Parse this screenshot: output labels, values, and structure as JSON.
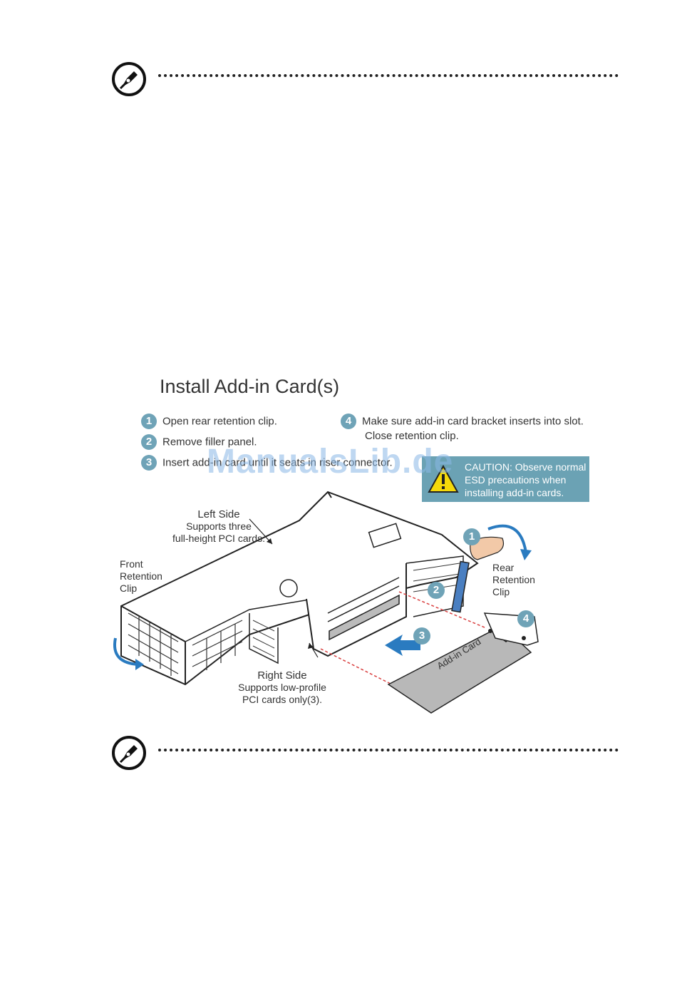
{
  "figure": {
    "title": "Install Add-in Card(s)",
    "steps": [
      {
        "number": "1",
        "text": "Open rear retention clip."
      },
      {
        "number": "2",
        "text": "Remove filler panel."
      },
      {
        "number": "3",
        "text": "Insert add-in card until it seats in riser connector."
      },
      {
        "number": "4",
        "text_line1": "Make sure add-in card bracket inserts into slot.",
        "text_line2": "Close retention clip."
      }
    ],
    "caution": {
      "line1": "CAUTION:  Observe normal",
      "line2": "ESD precautions when",
      "line3": "installing add-in cards."
    },
    "labels": {
      "left_side": {
        "line1": "Left Side",
        "line2": "Supports three",
        "line3": "full-height PCI cards."
      },
      "front_clip": {
        "line1": "Front",
        "line2": "Retention",
        "line3": "Clip"
      },
      "rear_clip": {
        "line1": "Rear",
        "line2": "Retention",
        "line3": "Clip"
      },
      "right_side": {
        "line1": "Right Side",
        "line2": "Supports low-profile",
        "line3": "PCI cards only(3)."
      },
      "card": "Add-in Card"
    },
    "callouts": [
      "1",
      "2",
      "3",
      "4"
    ]
  },
  "watermark": "ManualsLib.de",
  "colors": {
    "accent": "#6fa3b7",
    "arrow": "#2a7bc0",
    "leader": "#d94040"
  }
}
